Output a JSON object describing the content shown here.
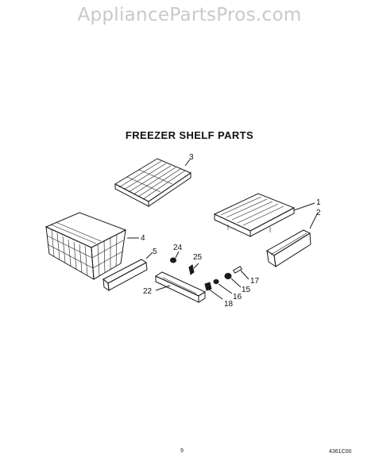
{
  "watermark": "AppliancePartsPros.com",
  "title": "FREEZER SHELF PARTS",
  "callouts": {
    "c1": "1",
    "c2": "2",
    "c3": "3",
    "c4": "4",
    "c5": "5",
    "c15": "15",
    "c16": "16",
    "c17": "17",
    "c18": "18",
    "c22": "22",
    "c24": "24",
    "c25": "25"
  },
  "footer": {
    "page": "9",
    "code": "4361C00"
  }
}
